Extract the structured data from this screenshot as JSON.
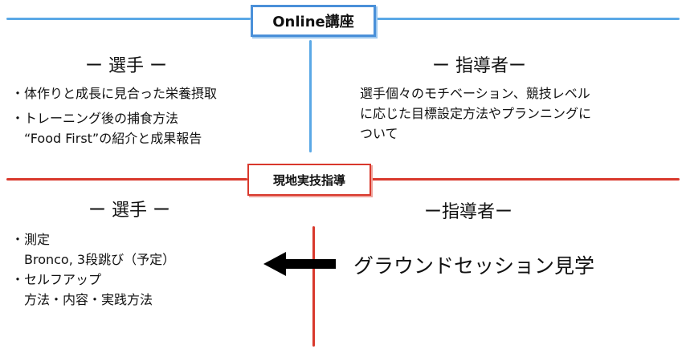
{
  "online": {
    "label": "Online講座",
    "color": "#5aa8e6",
    "athlete": {
      "title": "ー 選手 ー",
      "items": [
        "・体作りと成長に見合った栄養摂取",
        "・トレーニング後の捕食方法",
        "　“Food First”の紹介と成果報告"
      ]
    },
    "coach": {
      "title": "ー 指導者ー",
      "lines": [
        "選手個々のモチベーション、競技レベル",
        "に応じた目標設定方法やプランニングに",
        "ついて"
      ]
    }
  },
  "onsite": {
    "label": "現地実技指導",
    "color": "#d9382c",
    "athlete": {
      "title": "ー 選手 ー",
      "items": [
        "・測定",
        "　Bronco, 3段跳び（予定）",
        "・セルフアップ",
        "　方法・内容・実践方法"
      ]
    },
    "coach": {
      "title": "ー指導者ー",
      "arrow_text": "グラウンドセッション見学",
      "arrow_icon": "left-arrow-icon"
    }
  }
}
